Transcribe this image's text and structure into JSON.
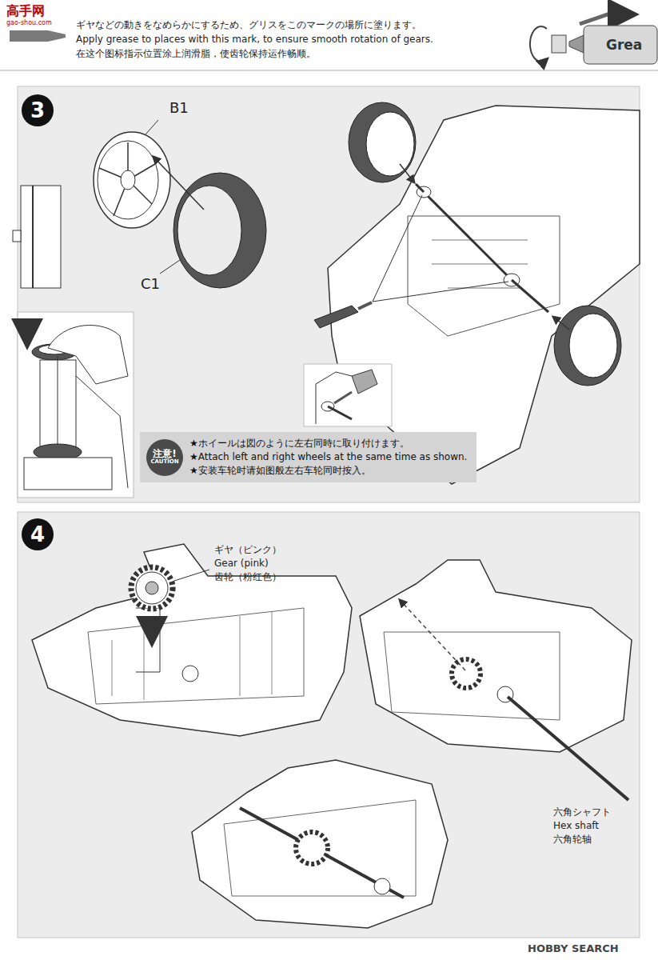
{
  "diagram": {
    "nodes": [
      {
        "text": [
          "3"
        ]
      },
      {
        "text": [
          "★ホイールは図のように左右同時に取り付けます。",
          "★Attach left and right wheels at the same time as shown.",
          "★安装车轮时请如图般左右车轮同时按入。"
        ]
      },
      {
        "text": [
          "注意!",
          "CAUTION"
        ],
        "in": 1
      },
      {
        "text": [
          "4"
        ]
      }
    ],
    "labels": [
      "高手网",
      "gao-shou.com",
      "ギヤなどの動きをなめらかにするため、グリスをこのマークの場所に塗ります。",
      "Apply grease to places with this mark, to ensure smooth rotation of gears.",
      "在这个图标指示位置涂上润滑脂，使齿轮保持运作畅顺。",
      "Grea",
      "B1",
      "C1",
      "ギヤ（ピンク）",
      "Gear (pink)",
      "齿轮（粉红色）",
      "六角シャフト",
      "Hex shaft",
      "六角轮轴",
      "HOBBY SEARCH"
    ]
  }
}
